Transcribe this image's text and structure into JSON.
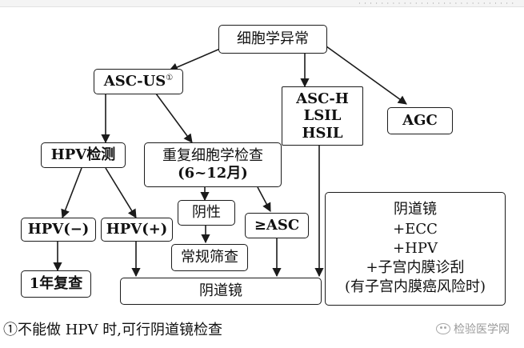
{
  "nodes": {
    "root": "细胞学异常",
    "asc_us": "ASC-US",
    "asc_us_note": "①",
    "asc_h_group": [
      "ASC-H",
      "LSIL",
      "HSIL"
    ],
    "agc": "AGC",
    "hpv_test": "HPV检测",
    "repeat_cytology": [
      "重复细胞学检查",
      "(6~12月)"
    ],
    "hpv_neg": "HPV(−)",
    "hpv_pos": "HPV(+)",
    "negative": "阴性",
    "ge_asc": "≥ASC",
    "routine_screening": "常规筛查",
    "recheck_1y": "1年复查",
    "colposcopy": "阴道镜",
    "agc_workup": [
      "阴道镜",
      "+ECC",
      "+HPV",
      "+子宫内膜诊刮",
      "(有子宫内膜癌风险时)"
    ]
  },
  "footnote": "①不能做 HPV 时,可行阴道镜检查",
  "watermark": "检验医学网"
}
